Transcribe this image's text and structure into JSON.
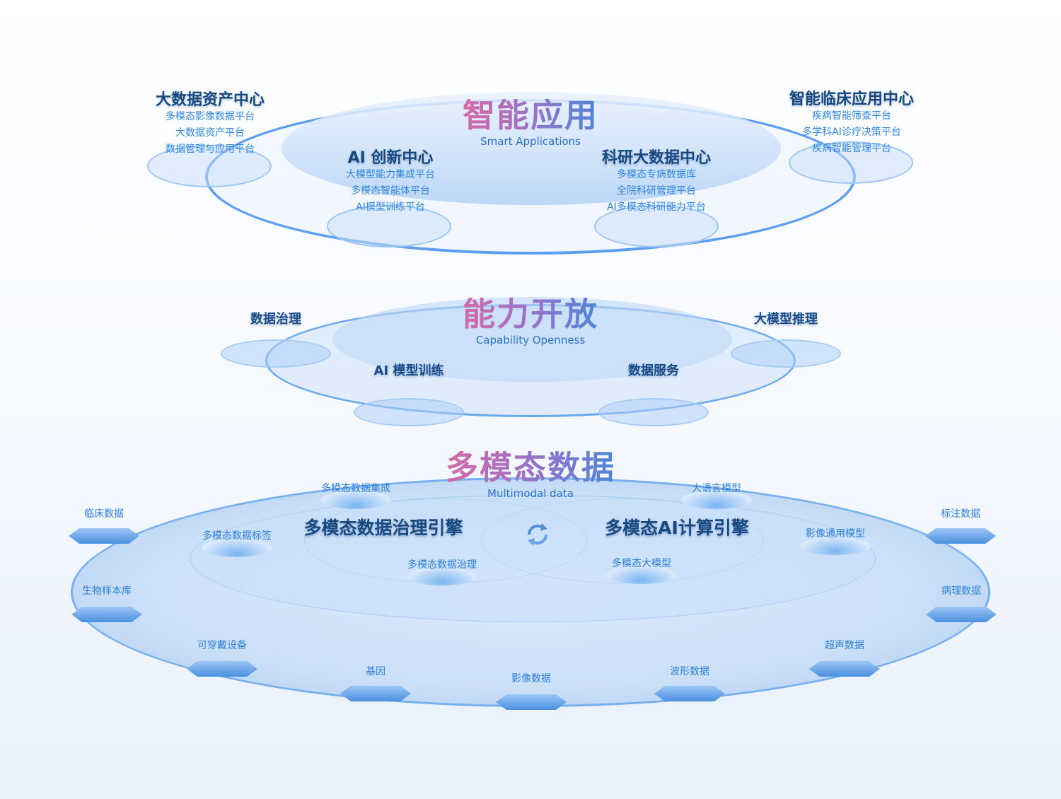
{
  "top": {
    "title": "智能应用",
    "subtitle": "Smart Applications",
    "groups": [
      {
        "name": "大数据资产中心",
        "items": [
          "多模态影像数据平台",
          "大数据资产平台",
          "数据管理与应用平台"
        ]
      },
      {
        "name": "AI 创新中心",
        "items": [
          "大模型能力集成平台",
          "多模态智能体平台",
          "AI模型训练平台"
        ]
      },
      {
        "name": "科研大数据中心",
        "items": [
          "多模态专病数据库",
          "全院科研管理平台",
          "AI多模态科研能力平台"
        ]
      },
      {
        "name": "智能临床应用中心",
        "items": [
          "疾病智能筛查平台",
          "多学科AI诊疗决策平台",
          "疾病智能管理平台"
        ]
      }
    ]
  },
  "middle": {
    "title": "能力开放",
    "subtitle": "Capability Openness",
    "nodes": [
      "数据治理",
      "大模型推理",
      "AI 模型训练",
      "数据服务"
    ]
  },
  "bottom": {
    "title": "多模态数据",
    "subtitle": "Multimodal data",
    "engines": [
      "多模态数据治理引擎",
      "多模态AI计算引擎"
    ],
    "left_modules": [
      "多模态数据集成",
      "多模态数据标签",
      "多模态数据治理"
    ],
    "right_modules": [
      "大语言模型",
      "影像通用模型",
      "多模态大模型"
    ],
    "sources": [
      "临床数据",
      "生物样本库",
      "可穿戴设备",
      "基因",
      "影像数据",
      "波形数据",
      "超声数据",
      "病理数据",
      "标注数据"
    ],
    "sync_icon": "sync-arrows-icon"
  }
}
